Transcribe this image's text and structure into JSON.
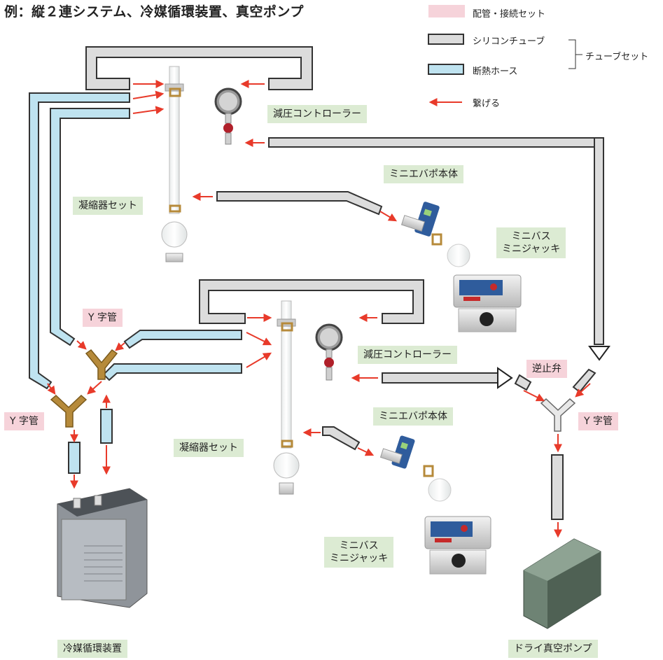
{
  "title": "例：縦２連システム、冷媒循環装置、真空ポンプ",
  "legend": {
    "piping_set": "配管・接続セット",
    "silicone_tube": "シリコンチューブ",
    "tube_set": "チューブセット",
    "insulated_hose": "断熱ホース",
    "connect": "繋げる"
  },
  "labels": {
    "pressure_controller_1": "減圧コントローラー",
    "pressure_controller_2": "減圧コントローラー",
    "mini_evaporator_1": "ミニエバポ本体",
    "mini_evaporator_2": "ミニエバポ本体",
    "condenser_set_1": "凝縮器セット",
    "condenser_set_2": "凝縮器セット",
    "mini_bath_jack_1": "ミニバス\nミニジャッキ",
    "mini_bath_jack_2": "ミニバス\nミニジャッキ",
    "y_tube_upper": "Y 字管",
    "y_tube_lower": "Y 字管",
    "y_tube_right": "Y 字管",
    "check_valve": "逆止弁",
    "refrigerant_circulator": "冷媒循環装置",
    "dry_vacuum_pump": "ドライ真空ポンプ"
  },
  "colors": {
    "pink": "#f6d3da",
    "green_label": "#dcebd3",
    "silicone_fill": "#dcdcdc",
    "hose_fill": "#bfe3f0",
    "arrow": "#e83a2a",
    "brass": "#b68a3a"
  }
}
